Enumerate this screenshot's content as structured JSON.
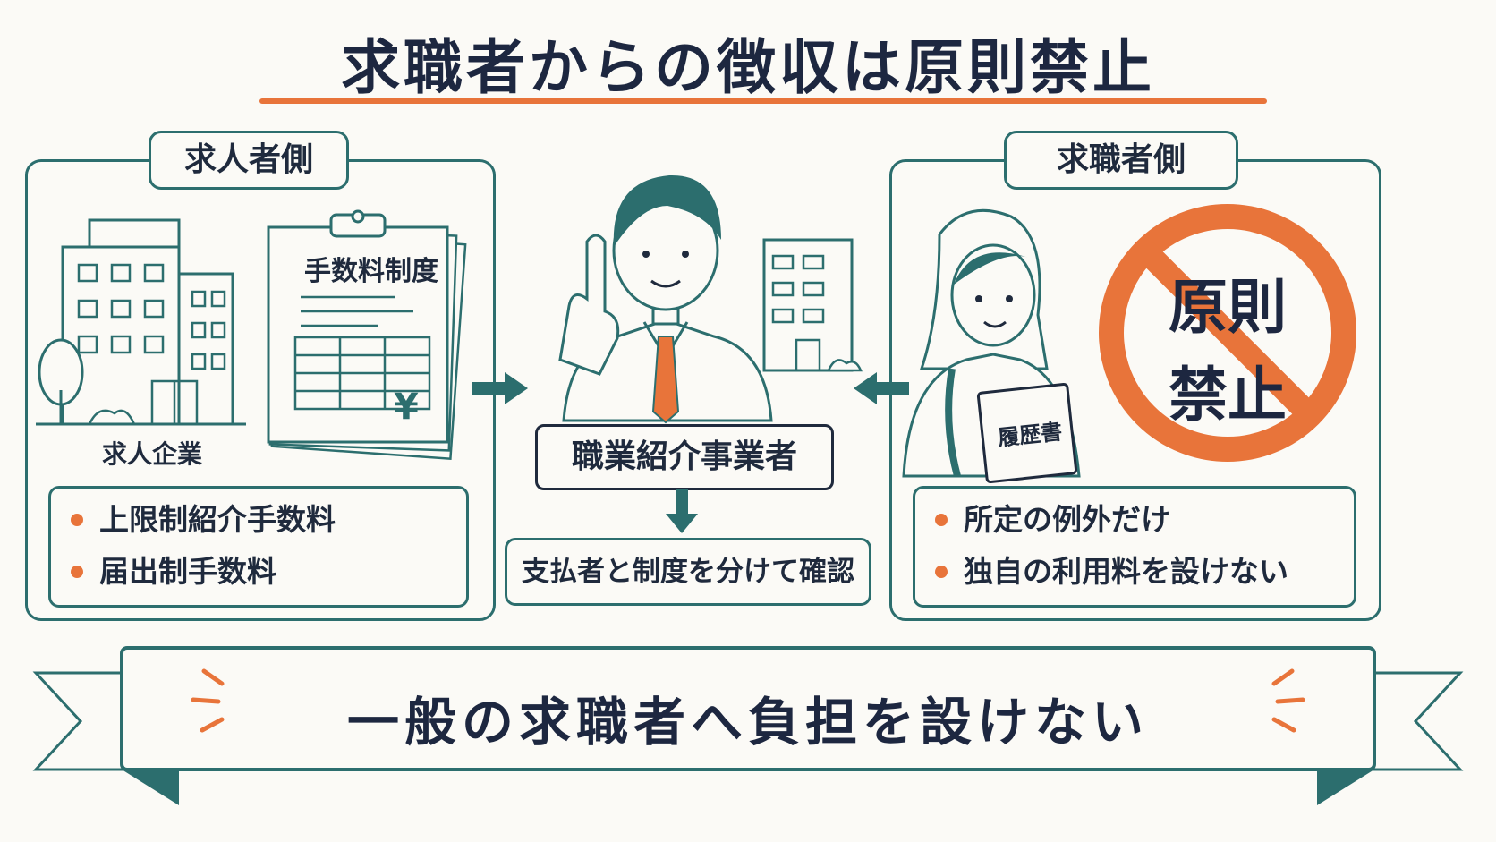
{
  "title": "求職者からの徴収は原則禁止",
  "left_panel": {
    "heading": "求人者側",
    "company_label": "求人企業",
    "document_title": "手数料制度",
    "currency_symbol": "¥",
    "bullets": [
      "上限制紹介手数料",
      "届出制手数料"
    ]
  },
  "center": {
    "agent_label": "職業紹介事業者",
    "note": "支払者と制度を分けて確認"
  },
  "right_panel": {
    "heading": "求職者側",
    "resume_label": "履歴書",
    "prohibition_line1": "原則",
    "prohibition_line2": "禁止",
    "bullets": [
      "所定の例外だけ",
      "独自の利用料を設けない"
    ]
  },
  "banner": {
    "text": "一般の求職者へ負担を設けない"
  },
  "colors": {
    "teal": "#2c6e6e",
    "orange": "#e8743a",
    "navy": "#1d2740",
    "background": "#fbfaf6"
  }
}
